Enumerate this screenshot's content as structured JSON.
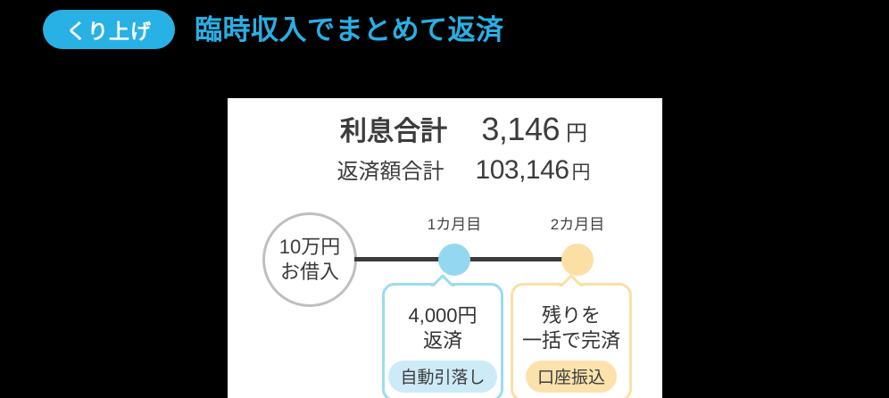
{
  "header": {
    "badge_label": "くり上げ",
    "title": "臨時収入でまとめて返済",
    "badge_bg": "#28B1E5",
    "title_color": "#29AFE4"
  },
  "card": {
    "totals": {
      "primary": {
        "label": "利息合計",
        "value": "3,146",
        "unit": "円"
      },
      "secondary": {
        "label": "返済額合計",
        "value": "103,146",
        "unit": "円"
      }
    },
    "timeline": {
      "origin": {
        "line1": "10万円",
        "line2": "お借入",
        "border_color": "#BFBFBF"
      },
      "track_color": "#3C3C3C",
      "milestones": [
        {
          "label": "1カ月目",
          "dot_color": "#93D8F0",
          "callout": {
            "line1": "4,000円",
            "line2": "返済",
            "tag": "自動引落し",
            "border_color": "#9BDBF2",
            "tag_bg": "#CDEAF7"
          }
        },
        {
          "label": "2カ月目",
          "dot_color": "#FBDFA5",
          "callout": {
            "line1": "残りを",
            "line2": "一括で完済",
            "tag": "口座振込",
            "border_color": "#FBDFA5",
            "tag_bg": "#FBE2AC"
          }
        }
      ]
    }
  }
}
